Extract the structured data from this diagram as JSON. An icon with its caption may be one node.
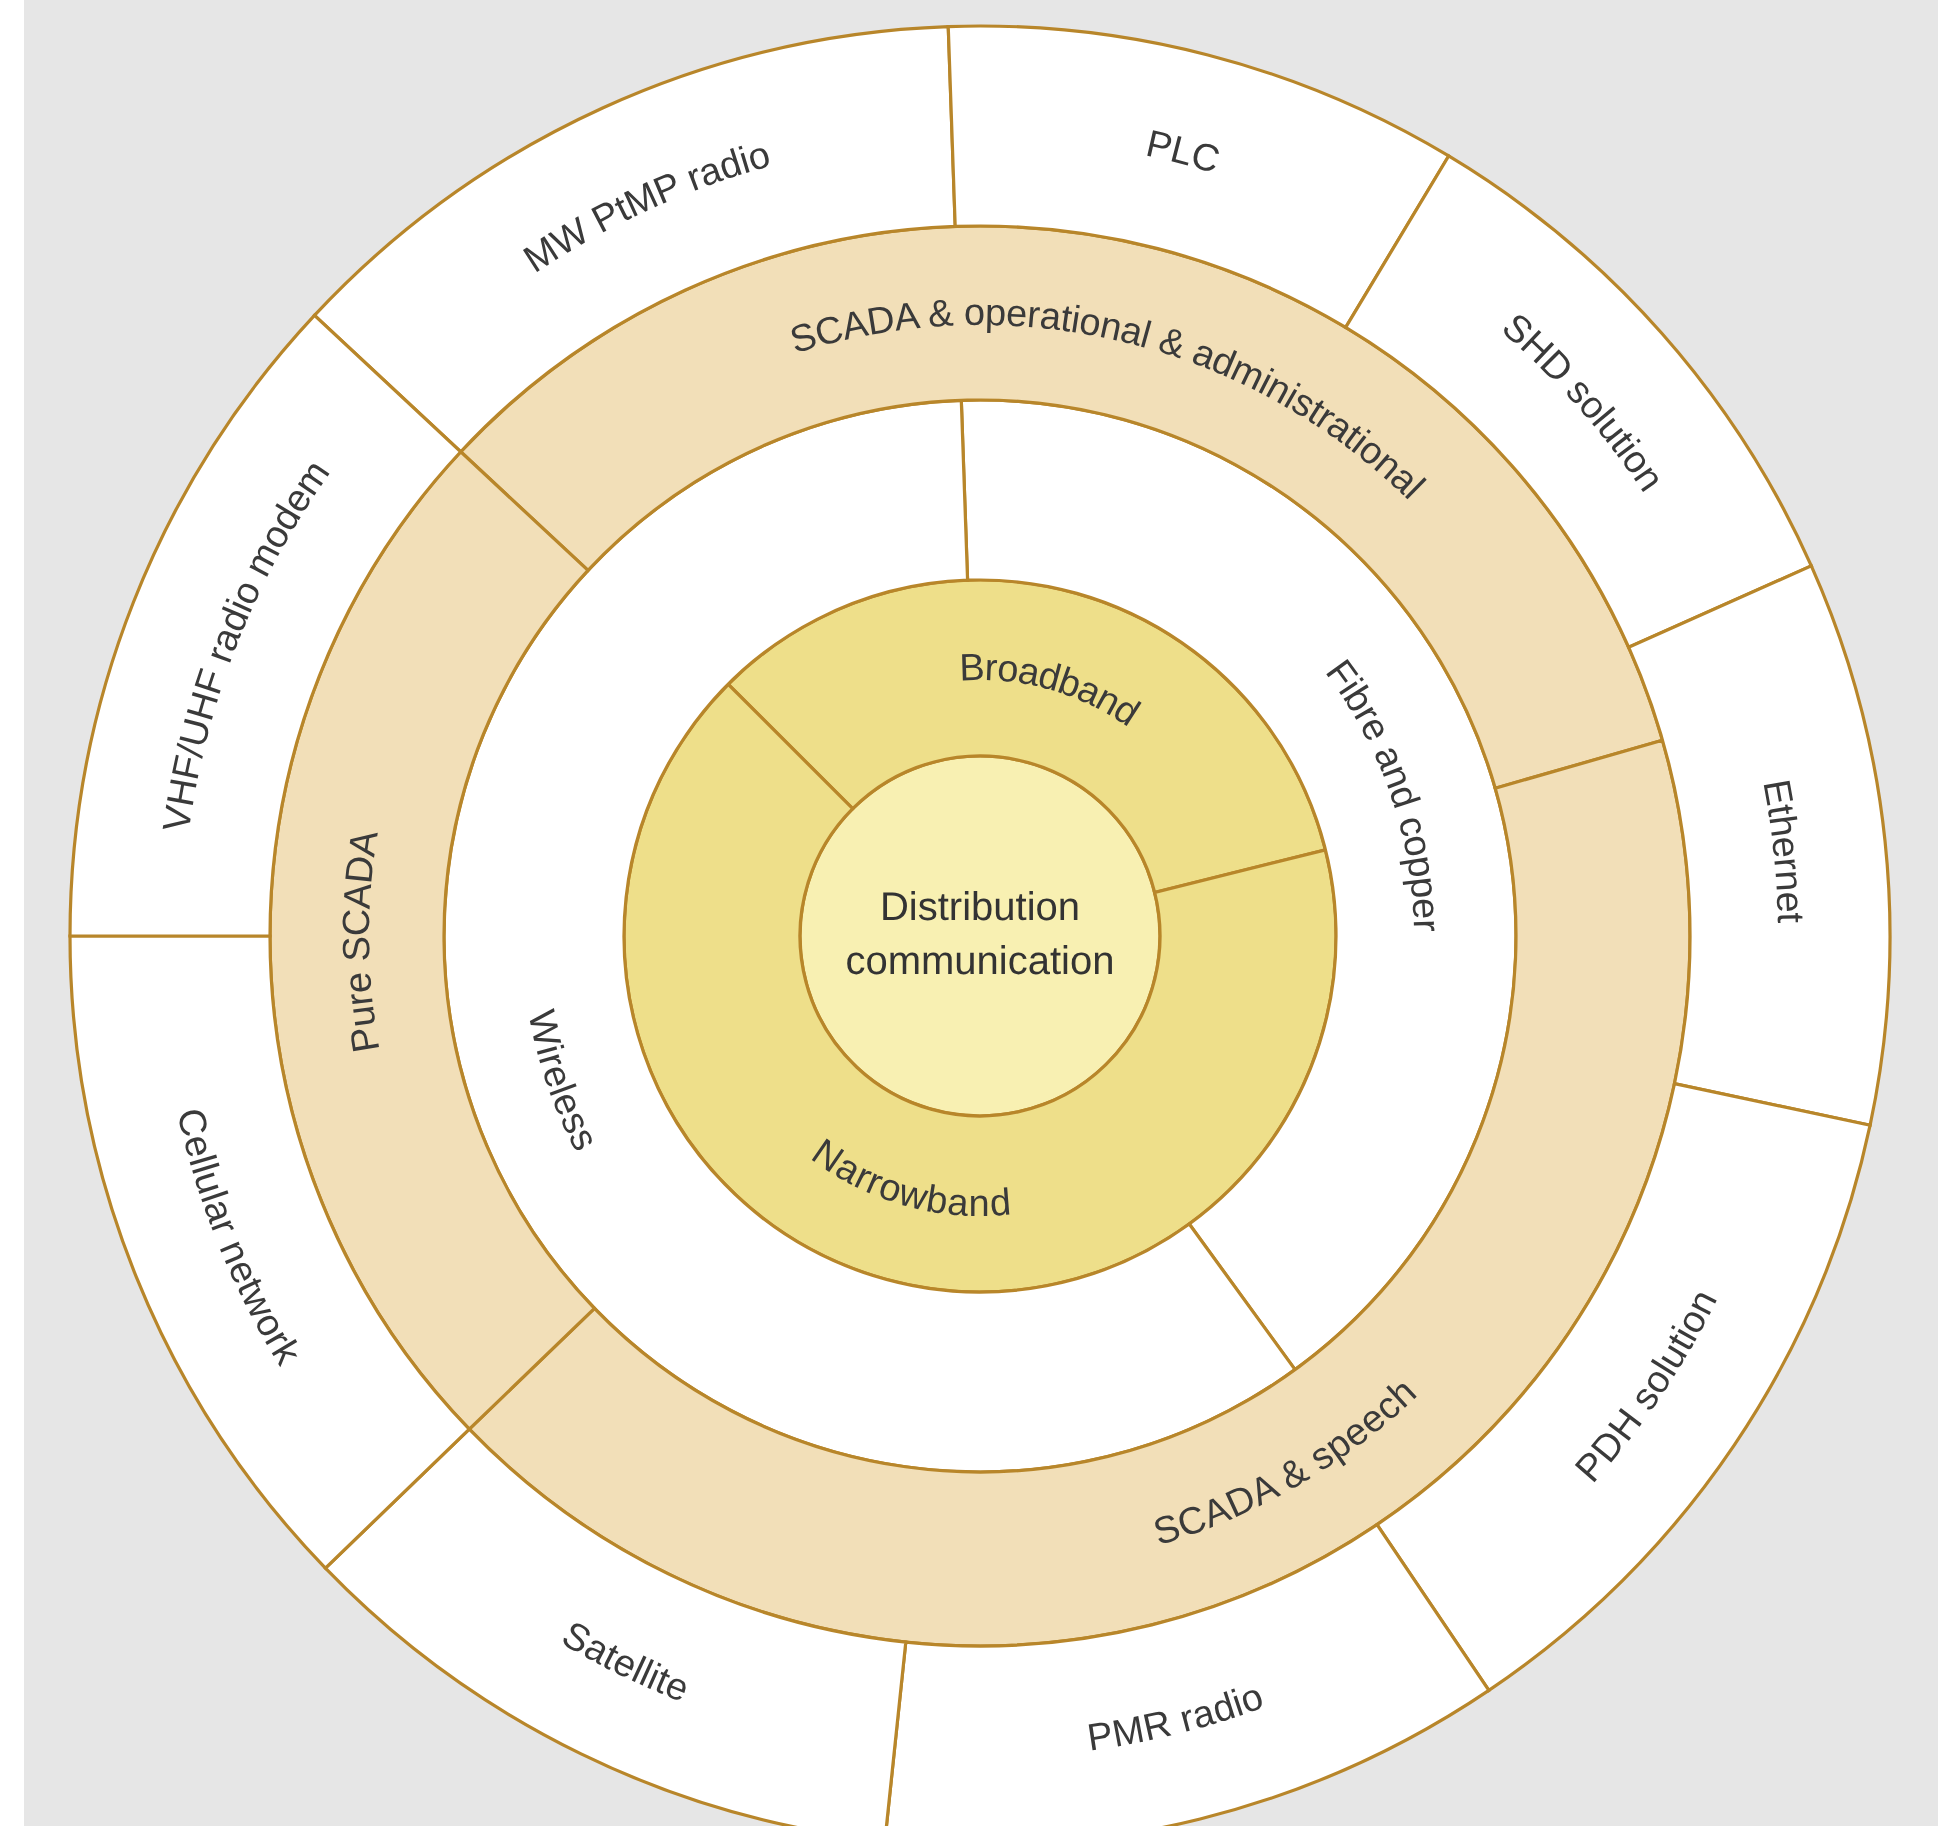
{
  "diagram": {
    "nodes": [
      {
        "text": [
          "Distribution communication"
        ]
      },
      {
        "text": [
          "Broadband"
        ]
      },
      {
        "text": [
          "Narrowband"
        ]
      },
      {
        "text": [
          "Fibre and copper"
        ]
      },
      {
        "text": [
          "Wireless"
        ]
      },
      {
        "text": [
          "SCADA & operational & administrational"
        ]
      },
      {
        "text": [
          "SCADA & speech"
        ]
      },
      {
        "text": [
          "Pure SCADA"
        ]
      },
      {
        "text": [
          "MW PtMP radio"
        ]
      },
      {
        "text": [
          "PLC"
        ]
      },
      {
        "text": [
          "SHD solution"
        ]
      },
      {
        "text": [
          "Ethernet"
        ]
      },
      {
        "text": [
          "PDH solution"
        ]
      },
      {
        "text": [
          "PMR radio"
        ]
      },
      {
        "text": [
          "Satellite"
        ]
      },
      {
        "text": [
          "Cellular network"
        ]
      },
      {
        "text": [
          "VHF/UHF radio modem"
        ]
      }
    ]
  }
}
